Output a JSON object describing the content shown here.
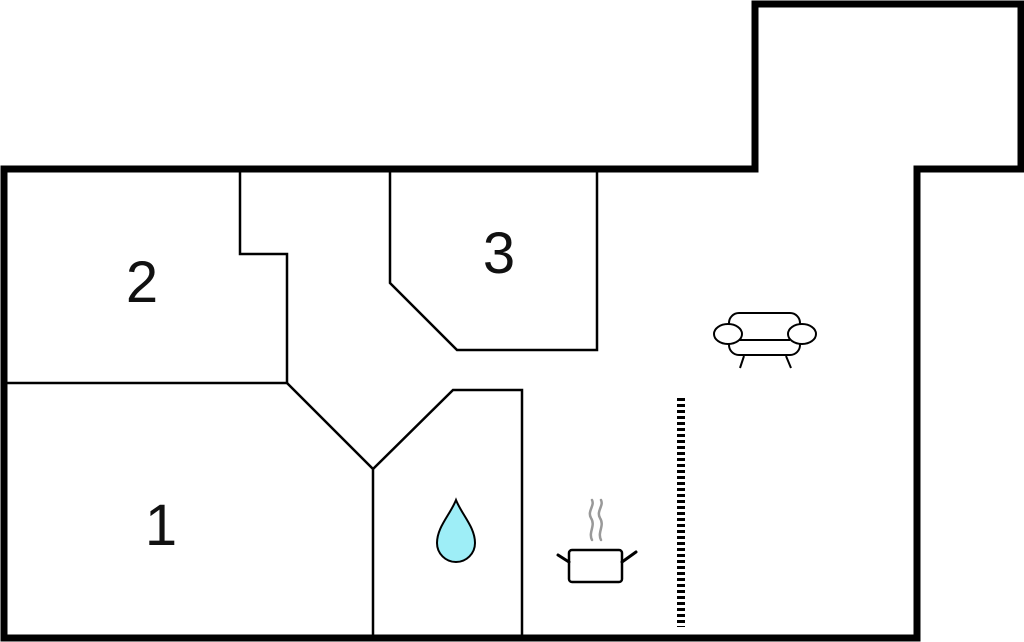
{
  "rooms": {
    "bedroom_1": {
      "label": "1"
    },
    "bedroom_2": {
      "label": "2"
    },
    "bedroom_3": {
      "label": "3"
    }
  },
  "icons": {
    "bathroom": "water-drop-icon",
    "kitchen": "cooking-pot-icon",
    "living": "sofa-icon",
    "stairs": "stairs-icon"
  },
  "colors": {
    "wall": "#000000",
    "background": "#ffffff",
    "water": "#9eeef7",
    "steam": "#999999"
  }
}
